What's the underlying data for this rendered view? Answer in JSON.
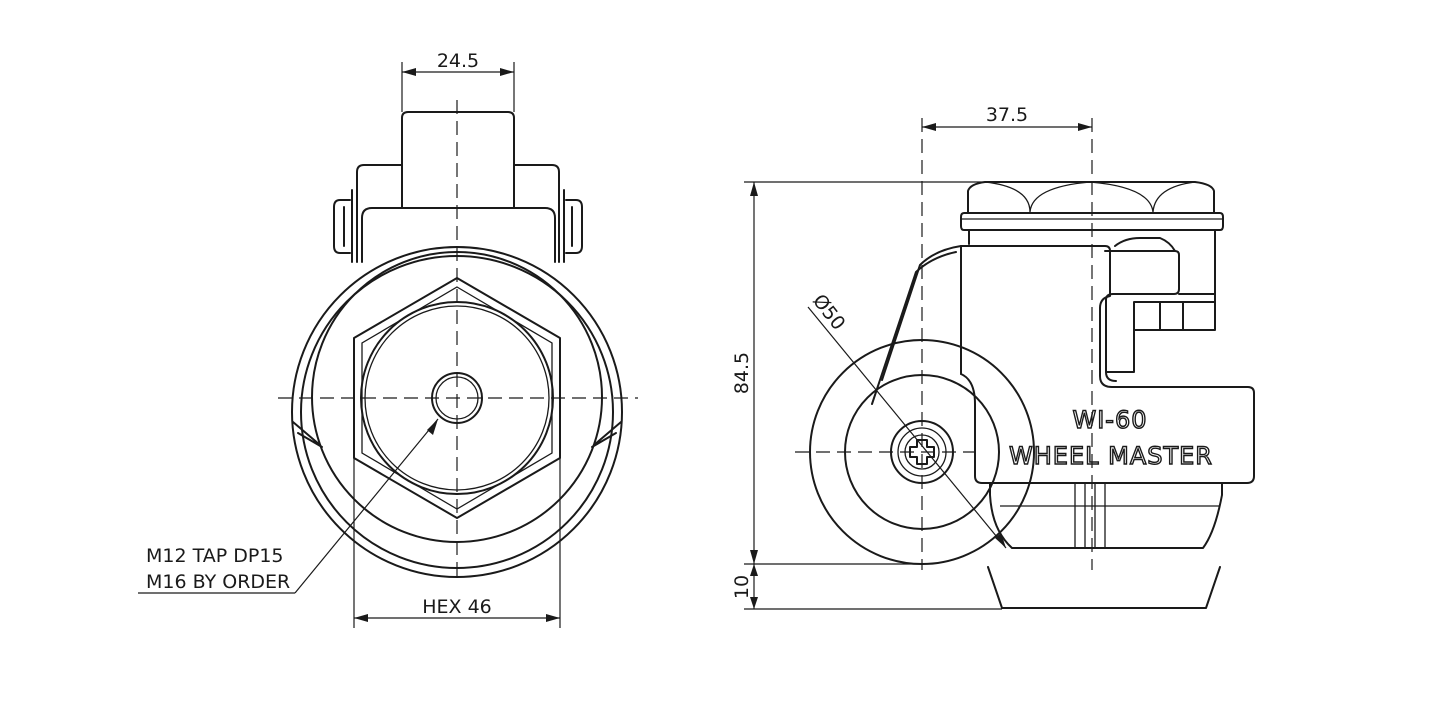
{
  "front_view": {
    "dim_top": "24.5",
    "dim_hex": "HEX 46",
    "note_line1": "M12 TAP DP15",
    "note_line2": "M16 BY ORDER"
  },
  "side_view": {
    "dim_top": "37.5",
    "dim_height": "84.5",
    "dim_base": "10",
    "dim_diameter": "Ø50",
    "model": "WI-60",
    "brand": "WHEEL MASTER"
  }
}
